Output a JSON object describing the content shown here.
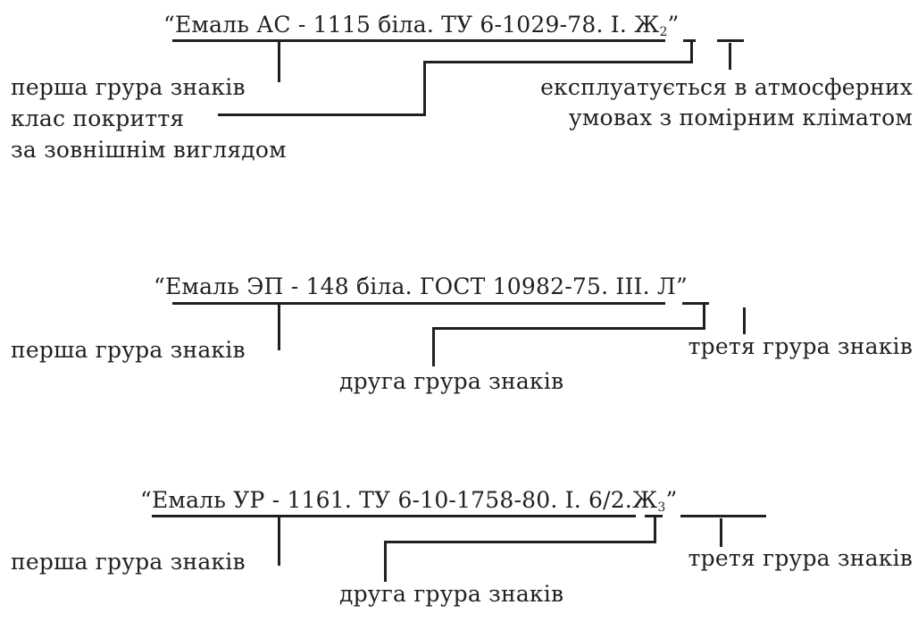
{
  "examples": [
    {
      "mark": {
        "open_quote": "“",
        "group1": "Емаль АС - 1115 біла. ТУ 6-1029-78.",
        "group2": "І.",
        "group3_main": "Ж",
        "group3_sub": "2",
        "close_quote": "”"
      },
      "labels": {
        "group1": "перша грура знаків",
        "coating_class": [
          "клас покриття",
          "за зовнішнім виглядом"
        ],
        "operating_conditions": [
          "експлуатується в атмосферних",
          "умовах з помірним кліматом"
        ]
      }
    },
    {
      "mark": {
        "open_quote": "“",
        "group1": "Емаль ЭП - 148 біла. ГОСТ 10982-75.",
        "group2": "ІІІ.",
        "group3": "Л",
        "close_quote": "”"
      },
      "labels": {
        "group1": "перша грура знаків",
        "group2": "друга грура знаків",
        "group3": "третя грура знаків"
      }
    },
    {
      "mark": {
        "open_quote": "“",
        "group1": "Емаль УР - 1161. ТУ 6-10-1758-80.",
        "group2": "І.",
        "group3_main": "6/2.Ж",
        "group3_sub": "3",
        "close_quote": "”"
      },
      "labels": {
        "group1": "перша грура знаків",
        "group2": "друга грура знаків",
        "group3": "третя грура знаків"
      }
    }
  ]
}
